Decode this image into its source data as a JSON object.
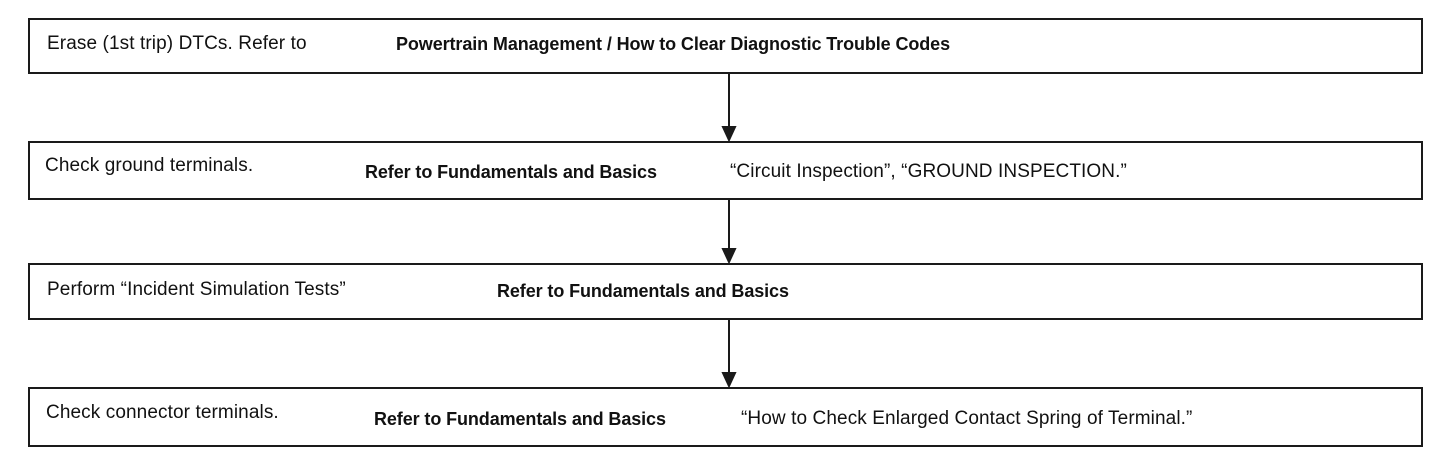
{
  "steps": [
    {
      "text": "Erase (1st trip) DTCs. Refer to",
      "reference": "Powertrain Management / How to Clear Diagnostic Trouble Codes",
      "tail": ""
    },
    {
      "text": "Check ground terminals.",
      "reference": "Refer to Fundamentals and Basics",
      "tail": "“Circuit Inspection”, “GROUND INSPECTION.”"
    },
    {
      "text": "Perform “Incident Simulation Tests”",
      "reference": "Refer to Fundamentals and Basics",
      "tail": ""
    },
    {
      "text": "Check connector terminals.",
      "reference": "Refer to Fundamentals and Basics",
      "tail": "“How to Check Enlarged Contact Spring of Terminal.”"
    }
  ],
  "colors": {
    "line": "#1a1a1a",
    "text": "#111111",
    "background": "#ffffff"
  }
}
